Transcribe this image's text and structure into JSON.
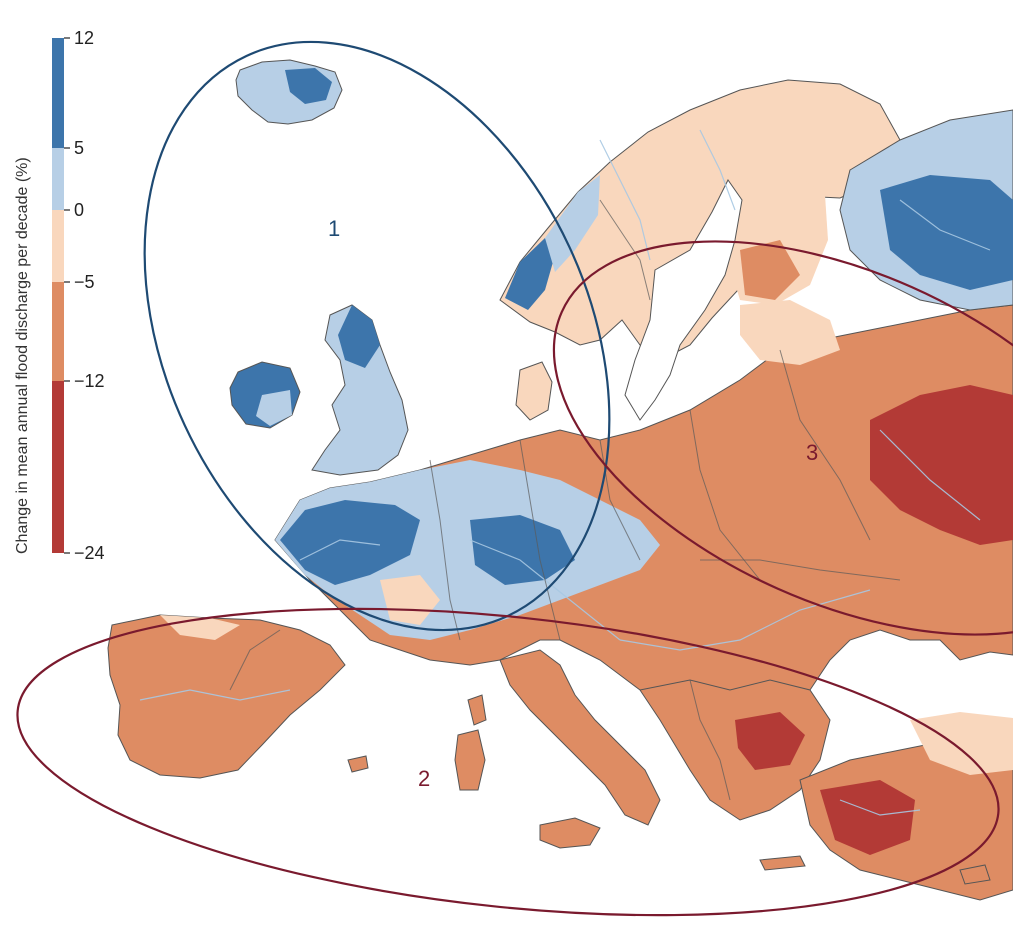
{
  "legend": {
    "title": "Change in mean annual flood discharge per decade (%)",
    "ticks": [
      "12",
      "5",
      "0",
      "−5",
      "−12",
      "−24"
    ],
    "bands": [
      {
        "from": 5,
        "to": 12,
        "color": "#3d75ab"
      },
      {
        "from": 0,
        "to": 5,
        "color": "#b7cfe6"
      },
      {
        "from": -5,
        "to": 0,
        "color": "#f9d7bd"
      },
      {
        "from": -12,
        "to": -5,
        "color": "#de8c63"
      },
      {
        "from": -24,
        "to": -12,
        "color": "#b33a36"
      }
    ]
  },
  "regions": [
    {
      "label": "1",
      "color": "#1e4a73"
    },
    {
      "label": "2",
      "color": "#7a1a2e"
    },
    {
      "label": "3",
      "color": "#7a1a2e"
    }
  ],
  "colors": {
    "strong_increase": "#3d75ab",
    "weak_increase": "#b7cfe6",
    "weak_decrease": "#f9d7bd",
    "moderate_decrease": "#de8c63",
    "strong_decrease": "#b33a36",
    "ellipse_north": "#1e4a73",
    "ellipse_south_east": "#7a1a2e"
  }
}
